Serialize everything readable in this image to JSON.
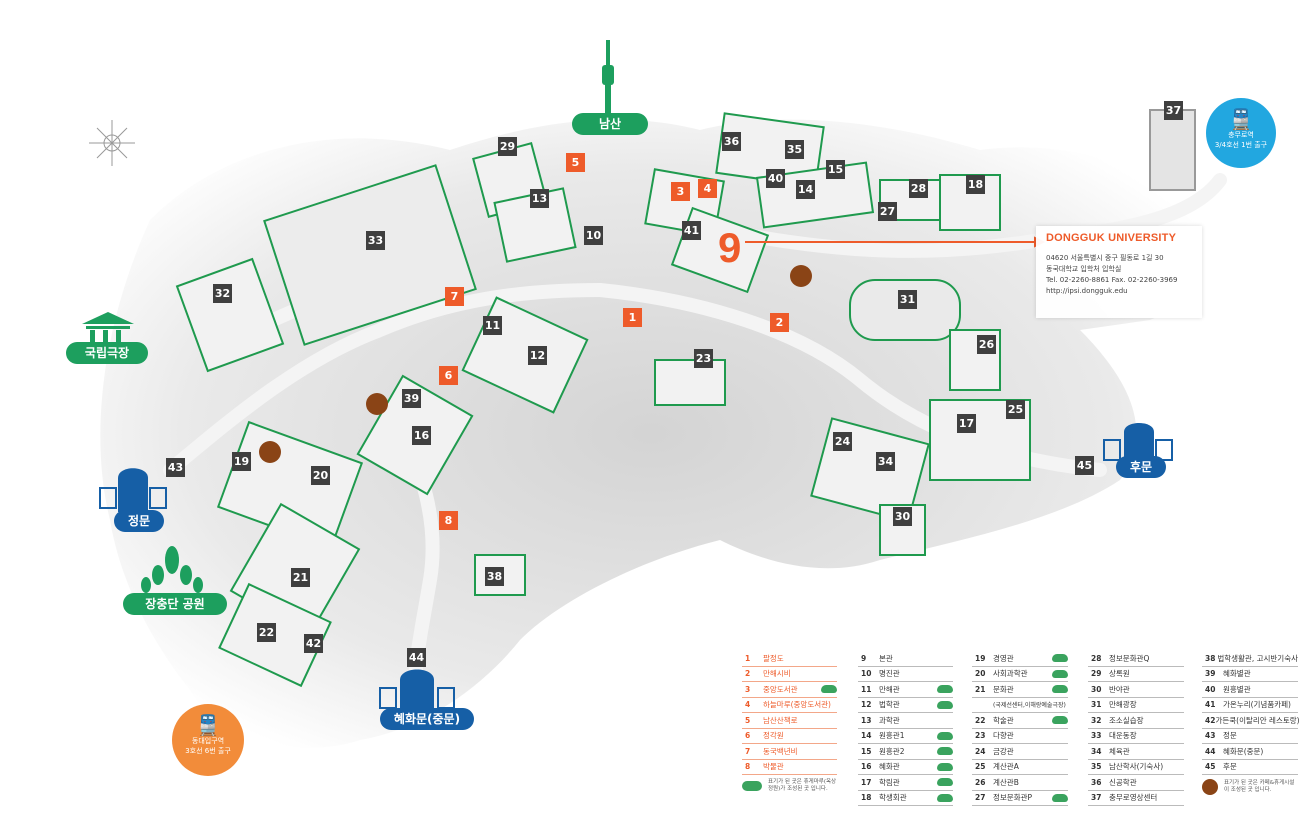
{
  "landmarks": {
    "namsan": "남산",
    "theater": "국립극장",
    "main_gate": "정문",
    "park": "장충단 공원",
    "hyehwa_gate": "혜화문(중문)",
    "back_gate": "후문"
  },
  "stations": {
    "chungmuro": {
      "line1": "충무로역",
      "line2": "3/4호선 1번 출구"
    },
    "dongdae": {
      "line1": "동대입구역",
      "line2": "3호선 6번 출구"
    }
  },
  "info": {
    "name": "DONGGUK UNIVERSITY",
    "address": "04620 서울특별시 중구 필동로 1길 30",
    "office": "동국대학교 입학처 입학실",
    "tel": "Tel. 02-2260-8861  Fax. 02-2260-3969",
    "url": "http://ipsi.dongguk.edu",
    "highlight_number": "9"
  },
  "map_numbers": {
    "gray": [
      {
        "n": "29"
      },
      {
        "n": "13"
      },
      {
        "n": "10"
      },
      {
        "n": "33"
      },
      {
        "n": "32"
      },
      {
        "n": "11"
      },
      {
        "n": "12"
      },
      {
        "n": "41"
      },
      {
        "n": "36"
      },
      {
        "n": "35"
      },
      {
        "n": "40"
      },
      {
        "n": "14"
      },
      {
        "n": "15"
      },
      {
        "n": "28"
      },
      {
        "n": "27"
      },
      {
        "n": "18"
      },
      {
        "n": "37"
      },
      {
        "n": "31"
      },
      {
        "n": "26"
      },
      {
        "n": "23"
      },
      {
        "n": "39"
      },
      {
        "n": "16"
      },
      {
        "n": "17"
      },
      {
        "n": "25"
      },
      {
        "n": "24"
      },
      {
        "n": "34"
      },
      {
        "n": "30"
      },
      {
        "n": "45"
      },
      {
        "n": "19"
      },
      {
        "n": "20"
      },
      {
        "n": "43"
      },
      {
        "n": "21"
      },
      {
        "n": "22"
      },
      {
        "n": "42"
      },
      {
        "n": "38"
      },
      {
        "n": "44"
      }
    ],
    "orange": [
      {
        "n": "5"
      },
      {
        "n": "3"
      },
      {
        "n": "4"
      },
      {
        "n": "7"
      },
      {
        "n": "1"
      },
      {
        "n": "2"
      },
      {
        "n": "6"
      },
      {
        "n": "8"
      }
    ]
  },
  "legend": {
    "col1": [
      {
        "n": "1",
        "t": "팔정도",
        "tree": false
      },
      {
        "n": "2",
        "t": "만해시비",
        "tree": false
      },
      {
        "n": "3",
        "t": "중앙도서관",
        "tree": true
      },
      {
        "n": "4",
        "t": "하늘마루(중앙도서관)",
        "tree": false
      },
      {
        "n": "5",
        "t": "남산산책로",
        "tree": false
      },
      {
        "n": "6",
        "t": "정각원",
        "tree": false
      },
      {
        "n": "7",
        "t": "동국백년비",
        "tree": false
      },
      {
        "n": "8",
        "t": "박물관",
        "tree": false
      }
    ],
    "col1_note": "표기가 된 곳은 휴게마루(옥상정원)가 조성된 곳 입니다.",
    "col2": [
      {
        "n": "9",
        "t": "본관",
        "tree": false
      },
      {
        "n": "10",
        "t": "명진관",
        "tree": false
      },
      {
        "n": "11",
        "t": "만해관",
        "tree": true
      },
      {
        "n": "12",
        "t": "법학관",
        "tree": true
      },
      {
        "n": "13",
        "t": "과학관",
        "tree": false
      },
      {
        "n": "14",
        "t": "원흥관1",
        "tree": true
      },
      {
        "n": "15",
        "t": "원흥관2",
        "tree": true
      },
      {
        "n": "16",
        "t": "혜화관",
        "tree": true
      },
      {
        "n": "17",
        "t": "학림관",
        "tree": true
      },
      {
        "n": "18",
        "t": "학생회관",
        "tree": true
      }
    ],
    "col3": [
      {
        "n": "19",
        "t": "경영관",
        "tree": true
      },
      {
        "n": "20",
        "t": "사회과학관",
        "tree": true
      },
      {
        "n": "21",
        "t": "문화관",
        "tree": true
      },
      {
        "n": "",
        "t": "(국제선센터,이해랑예술극장)",
        "tree": false
      },
      {
        "n": "22",
        "t": "학술관",
        "tree": true
      },
      {
        "n": "23",
        "t": "다향관",
        "tree": false
      },
      {
        "n": "24",
        "t": "금강관",
        "tree": false
      },
      {
        "n": "25",
        "t": "계산관A",
        "tree": false
      },
      {
        "n": "26",
        "t": "계산관B",
        "tree": false
      },
      {
        "n": "27",
        "t": "정보문화관P",
        "tree": true
      }
    ],
    "col4": [
      {
        "n": "28",
        "t": "정보문화관Q",
        "tree": false
      },
      {
        "n": "29",
        "t": "상록원",
        "tree": false
      },
      {
        "n": "30",
        "t": "반야관",
        "tree": false
      },
      {
        "n": "31",
        "t": "만해광장",
        "tree": false
      },
      {
        "n": "32",
        "t": "조소실습장",
        "tree": false
      },
      {
        "n": "33",
        "t": "대운동장",
        "tree": false
      },
      {
        "n": "34",
        "t": "체육관",
        "tree": false
      },
      {
        "n": "35",
        "t": "남산학사(기숙사)",
        "tree": false
      },
      {
        "n": "36",
        "t": "신공학관",
        "tree": false
      },
      {
        "n": "37",
        "t": "충무로영상센터",
        "tree": false
      }
    ],
    "col5": [
      {
        "n": "38",
        "t": "법학생활관, 고시반기숙사",
        "tree": false
      },
      {
        "n": "39",
        "t": "혜화별관",
        "tree": false
      },
      {
        "n": "40",
        "t": "원흥별관",
        "tree": false
      },
      {
        "n": "41",
        "t": "가온누리(기념품카페)",
        "tree": false
      },
      {
        "n": "42",
        "t": "가든쿡(이탈리안 레스토랑)",
        "tree": false
      },
      {
        "n": "43",
        "t": "정문",
        "tree": false
      },
      {
        "n": "44",
        "t": "혜화문(중문)",
        "tree": false
      },
      {
        "n": "45",
        "t": "후문",
        "tree": false
      }
    ],
    "col5_note": "표기가 된 곳은 카페&휴게시설이 조성된 곳 입니다."
  },
  "colors": {
    "accent": "#ee5b2a",
    "green": "#1d9f5e",
    "blue": "#165fa6",
    "sky": "#22a7e0",
    "station_orange": "#f28c3a"
  }
}
